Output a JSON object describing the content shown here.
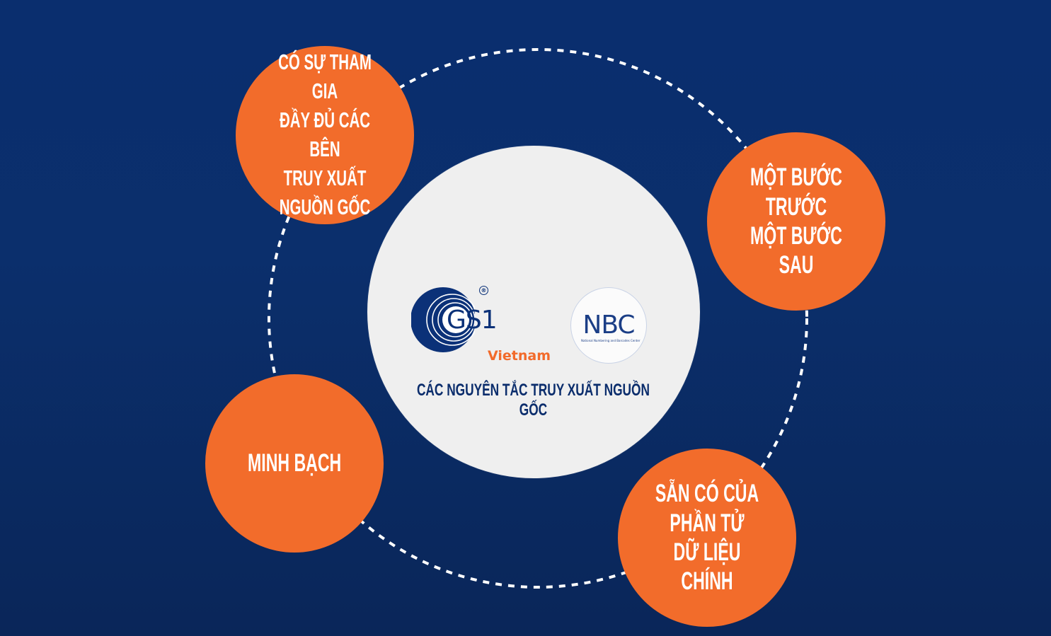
{
  "diagram": {
    "center": {
      "logo_gs1_text": "GS1",
      "logo_gs1_registered": "®",
      "logo_gs1_country": "Vietnam",
      "logo_nbc_text": "NBC",
      "logo_nbc_subtitle": "National Numbering and Barcodes Center",
      "title": "CÁC NGUYÊN TẮC TRUY XUẤT NGUỒN GỐC"
    },
    "nodes": [
      {
        "label": "CÓ SỰ THAM GIA\nĐẦY ĐỦ CÁC BÊN\nTRUY XUẤT\nNGUỒN GỐC"
      },
      {
        "label": "MỘT BƯỚC TRƯỚC\nMỘT BƯỚC SAU"
      },
      {
        "label": "MINH BẠCH"
      },
      {
        "label": "SẴN CÓ CỦA PHẦN TỬ\nDỮ LIỆU CHÍNH"
      }
    ],
    "colors": {
      "background": "#0a2e6e",
      "node": "#f26c2b",
      "center": "#efefef",
      "title": "#0b2d6c",
      "accent": "#f26a2a"
    }
  }
}
